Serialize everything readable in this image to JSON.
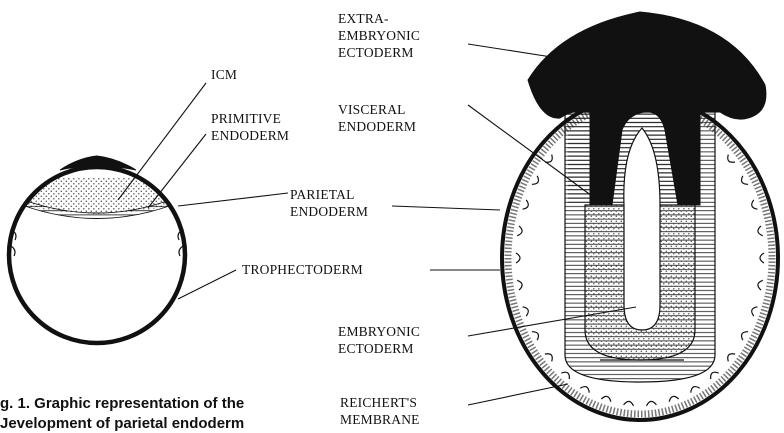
{
  "labels": {
    "icm": "ICM",
    "primitive_endoderm_1": "PRIMITIVE",
    "primitive_endoderm_2": "ENDODERM",
    "parietal_endoderm_1": "PARIETAL",
    "parietal_endoderm_2": "ENDODERM",
    "trophectoderm": "TROPHECTODERM",
    "extra_embryonic_1": "EXTRA-",
    "extra_embryonic_2": "EMBRYONIC",
    "extra_embryonic_3": "ECTODERM",
    "visceral_endoderm_1": "VISCERAL",
    "visceral_endoderm_2": "ENDODERM",
    "embryonic_ectoderm_1": "EMBRYONIC",
    "embryonic_ectoderm_2": "ECTODERM",
    "reicherts_1": "REICHERT'S",
    "reicherts_2": "MEMBRANE"
  },
  "caption": {
    "line1": "g. 1. Graphic representation of the",
    "line2": "Jevelopment of parietal endoderm"
  },
  "colors": {
    "ink": "#111111",
    "dots": "#6b6b6b"
  }
}
